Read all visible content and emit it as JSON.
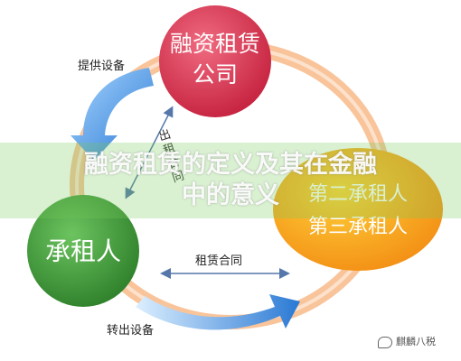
{
  "nodes": {
    "lessor": {
      "label_line1": "融资租赁",
      "label_line2": "公司",
      "color": "#d9344f"
    },
    "lessee": {
      "label": "承租人",
      "color": "#3f9b3a"
    },
    "third_party": {
      "label_line1": "第二承租人",
      "label_line2": "第三承租人",
      "color": "#f5a01e"
    }
  },
  "edges": {
    "provide_equipment": "提供设备",
    "lease_contract": "租赁合同",
    "transfer_equipment": "转出设备",
    "sale_contract_chars": [
      "出",
      "租",
      "合",
      "同"
    ]
  },
  "overlay": {
    "title_line1": "融资租赁的定义及其在金融",
    "title_line2": "中的意义"
  },
  "watermark": "麒麟八税",
  "colors": {
    "ring": "#f7b078",
    "blue_arrow": "#2f7fd6",
    "banner": "#8fd06a"
  }
}
